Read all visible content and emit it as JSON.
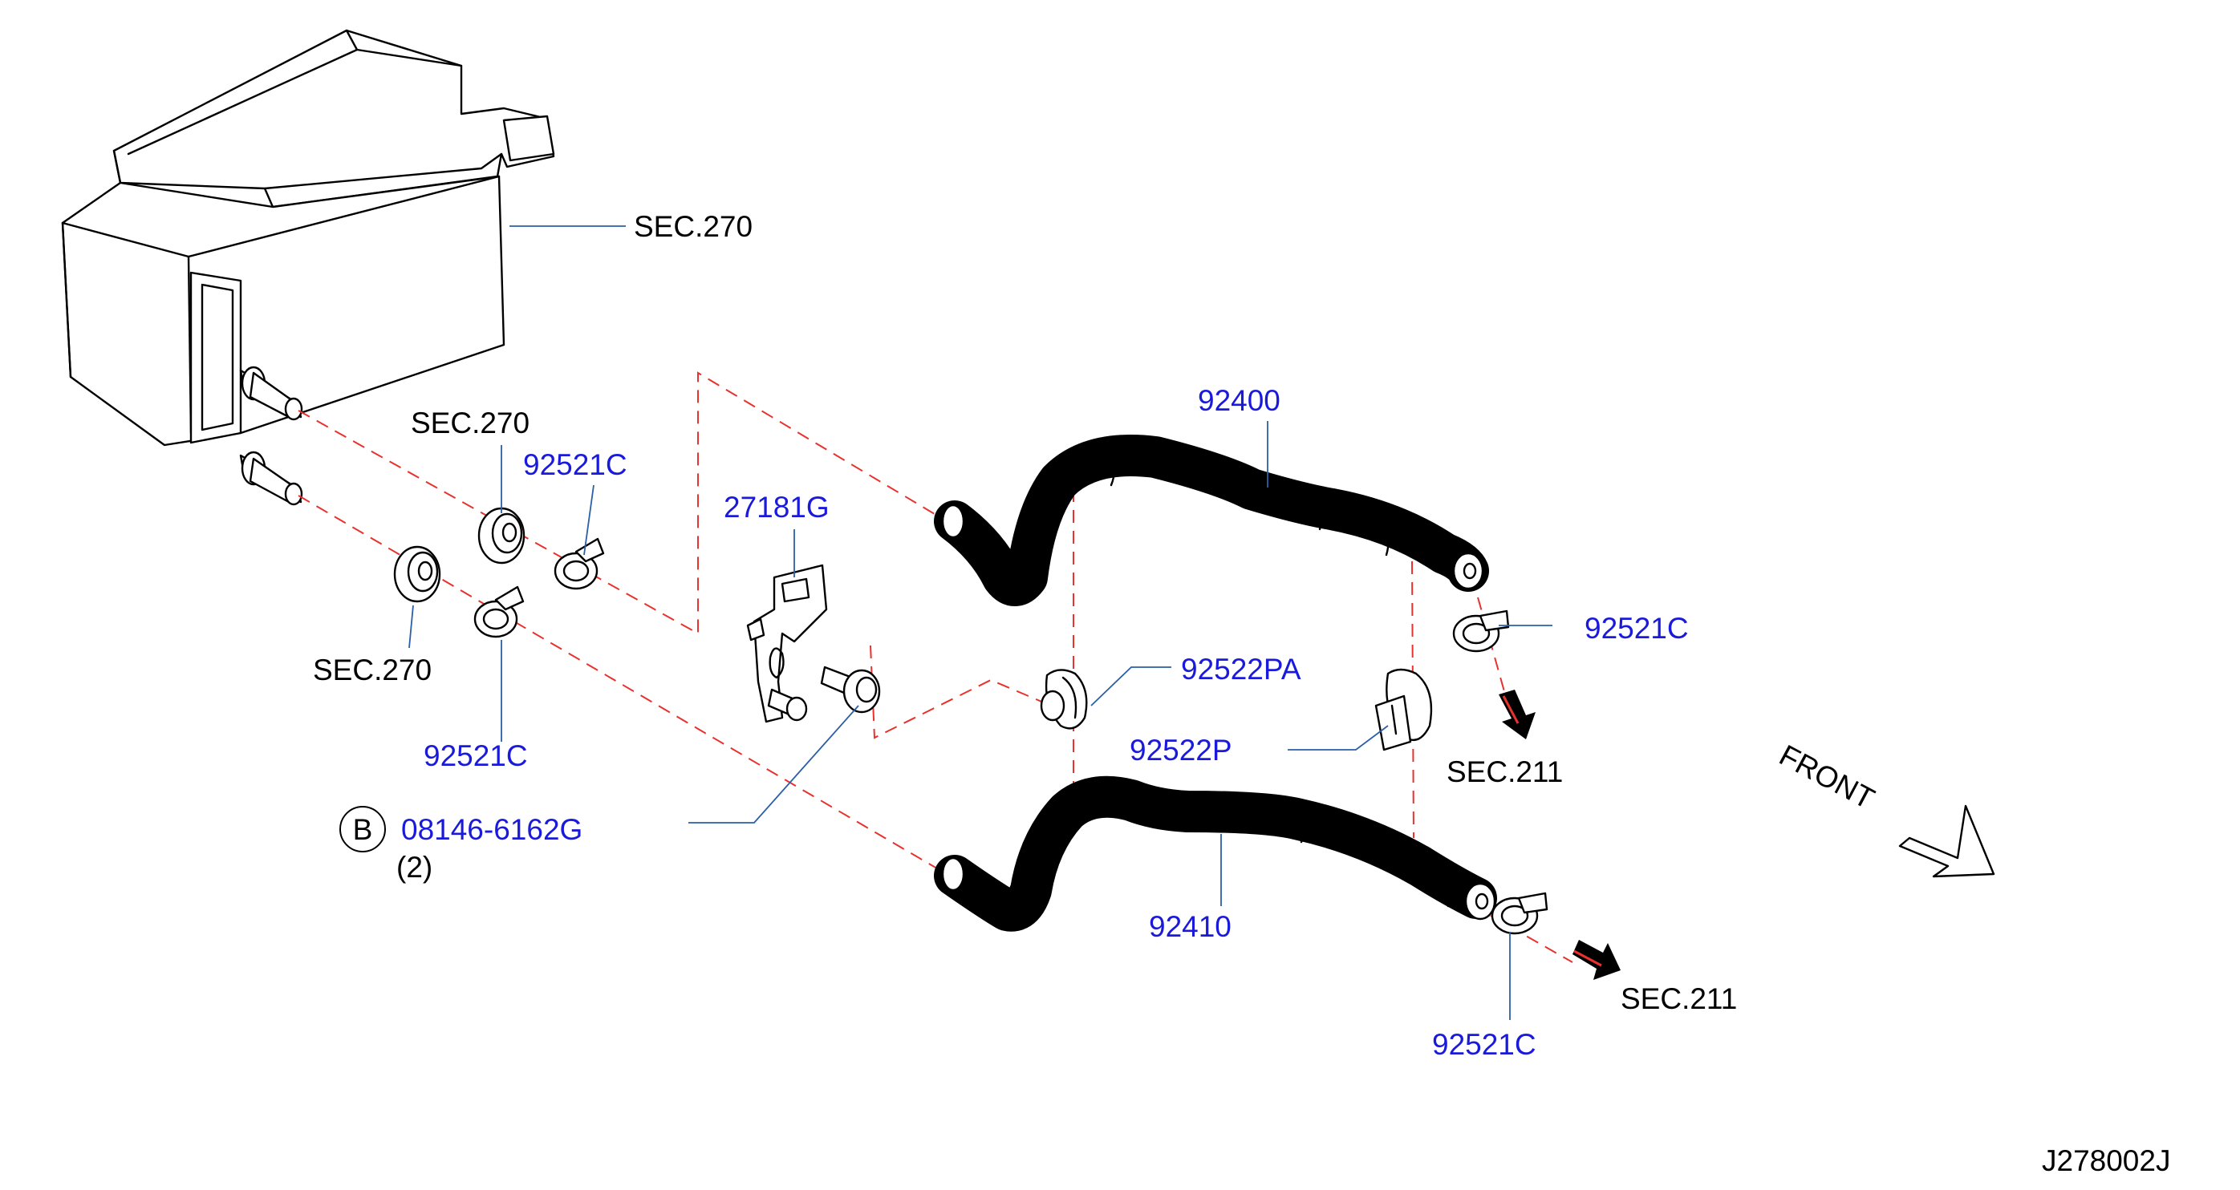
{
  "labels": {
    "sec270_canister": "SEC.270",
    "sec270_upper_grommet": "SEC.270",
    "sec270_lower_grommet": "SEC.270",
    "clamp_upper_left": "92521C",
    "clamp_lower_left": "92521C",
    "clamp_right_upper": "92521C",
    "clamp_right_lower": "92521C",
    "bracket": "27181G",
    "hose_upper": "92400",
    "hose_lower": "92410",
    "clip_pa": "92522PA",
    "clip_p": "92522P",
    "bolt_marker": "B",
    "bolt_part": "08146-6162G",
    "bolt_qty": "(2)",
    "sec211_upper": "SEC.211",
    "sec211_lower": "SEC.211",
    "front": "FRONT",
    "diagram_id": "J278002J"
  },
  "colors": {
    "part_number": "#1a1adc",
    "section_ref": "#000000",
    "leader": "#2b5fa8",
    "centerline": "#e8322e",
    "arrow_fill": "#000000",
    "arrow_accent": "#e8322e"
  },
  "icons": {
    "front_arrow": "outline-arrow-icon",
    "flow_arrow": "solid-arrow-icon"
  }
}
